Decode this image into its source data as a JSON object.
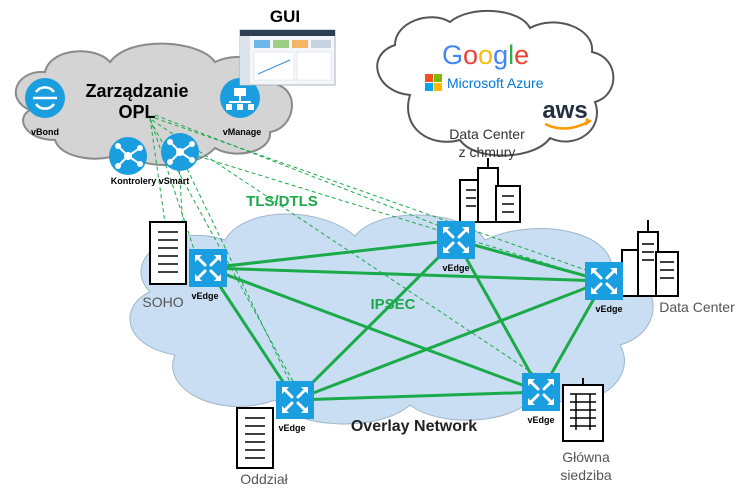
{
  "gui": {
    "title": "GUI"
  },
  "management": {
    "title_line1": "Zarządzanie",
    "title_line2": "OPL",
    "vbond": "vBond",
    "vmanage": "vManage",
    "vsmart": "Kontrolery vSmart"
  },
  "cloud_providers": {
    "google": "Google",
    "azure": "Microsoft Azure",
    "aws": "aws",
    "label_line1": "Data Center",
    "label_line2": "z chmury"
  },
  "links": {
    "tls": "TLS/DTLS",
    "ipsec": "IPSEC"
  },
  "overlay": {
    "label": "Overlay Network"
  },
  "sites": {
    "soho": "SOHO",
    "data_center": "Data Center",
    "oddzial": "Oddział",
    "glowna_line1": "Główna",
    "glowna_line2": "siedziba"
  },
  "edges": [
    "vEdge",
    "vEdge",
    "vEdge",
    "vEdge",
    "vEdge"
  ],
  "colors": {
    "ipsec_green": "#1aaa4a",
    "router_blue": "#1b9ee0",
    "cloud_gray": "#d4d4d4",
    "overlay_blue": "#c9def2",
    "google_blue": "#4285f4",
    "google_red": "#ea4335",
    "google_yellow": "#fbbc05",
    "google_green": "#34a853",
    "azure_blue": "#0078d4",
    "aws_orange": "#ff9900"
  }
}
